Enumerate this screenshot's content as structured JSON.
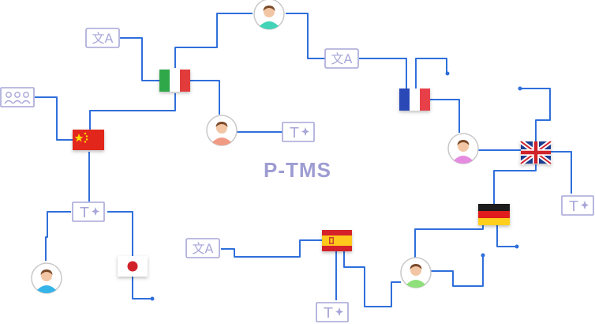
{
  "title": "P-TMS",
  "colors": {
    "title": "#9d9cd2",
    "connector": "#2f6fdb",
    "icon_stroke": "#a7a6d8",
    "avatar_ring": "#c9c9c9",
    "skin": "#f2c6a4",
    "hair": "#7a4a2a"
  },
  "icons": {
    "translate": "translate-icon",
    "ai_text": "ai-text-icon",
    "group": "group-icon",
    "avatar": "user-avatar-icon"
  },
  "ai_text_label": "T",
  "translate_label": "文A",
  "flags": [
    "Italy",
    "France",
    "China",
    "United Kingdom",
    "Germany",
    "Spain",
    "Japan"
  ]
}
